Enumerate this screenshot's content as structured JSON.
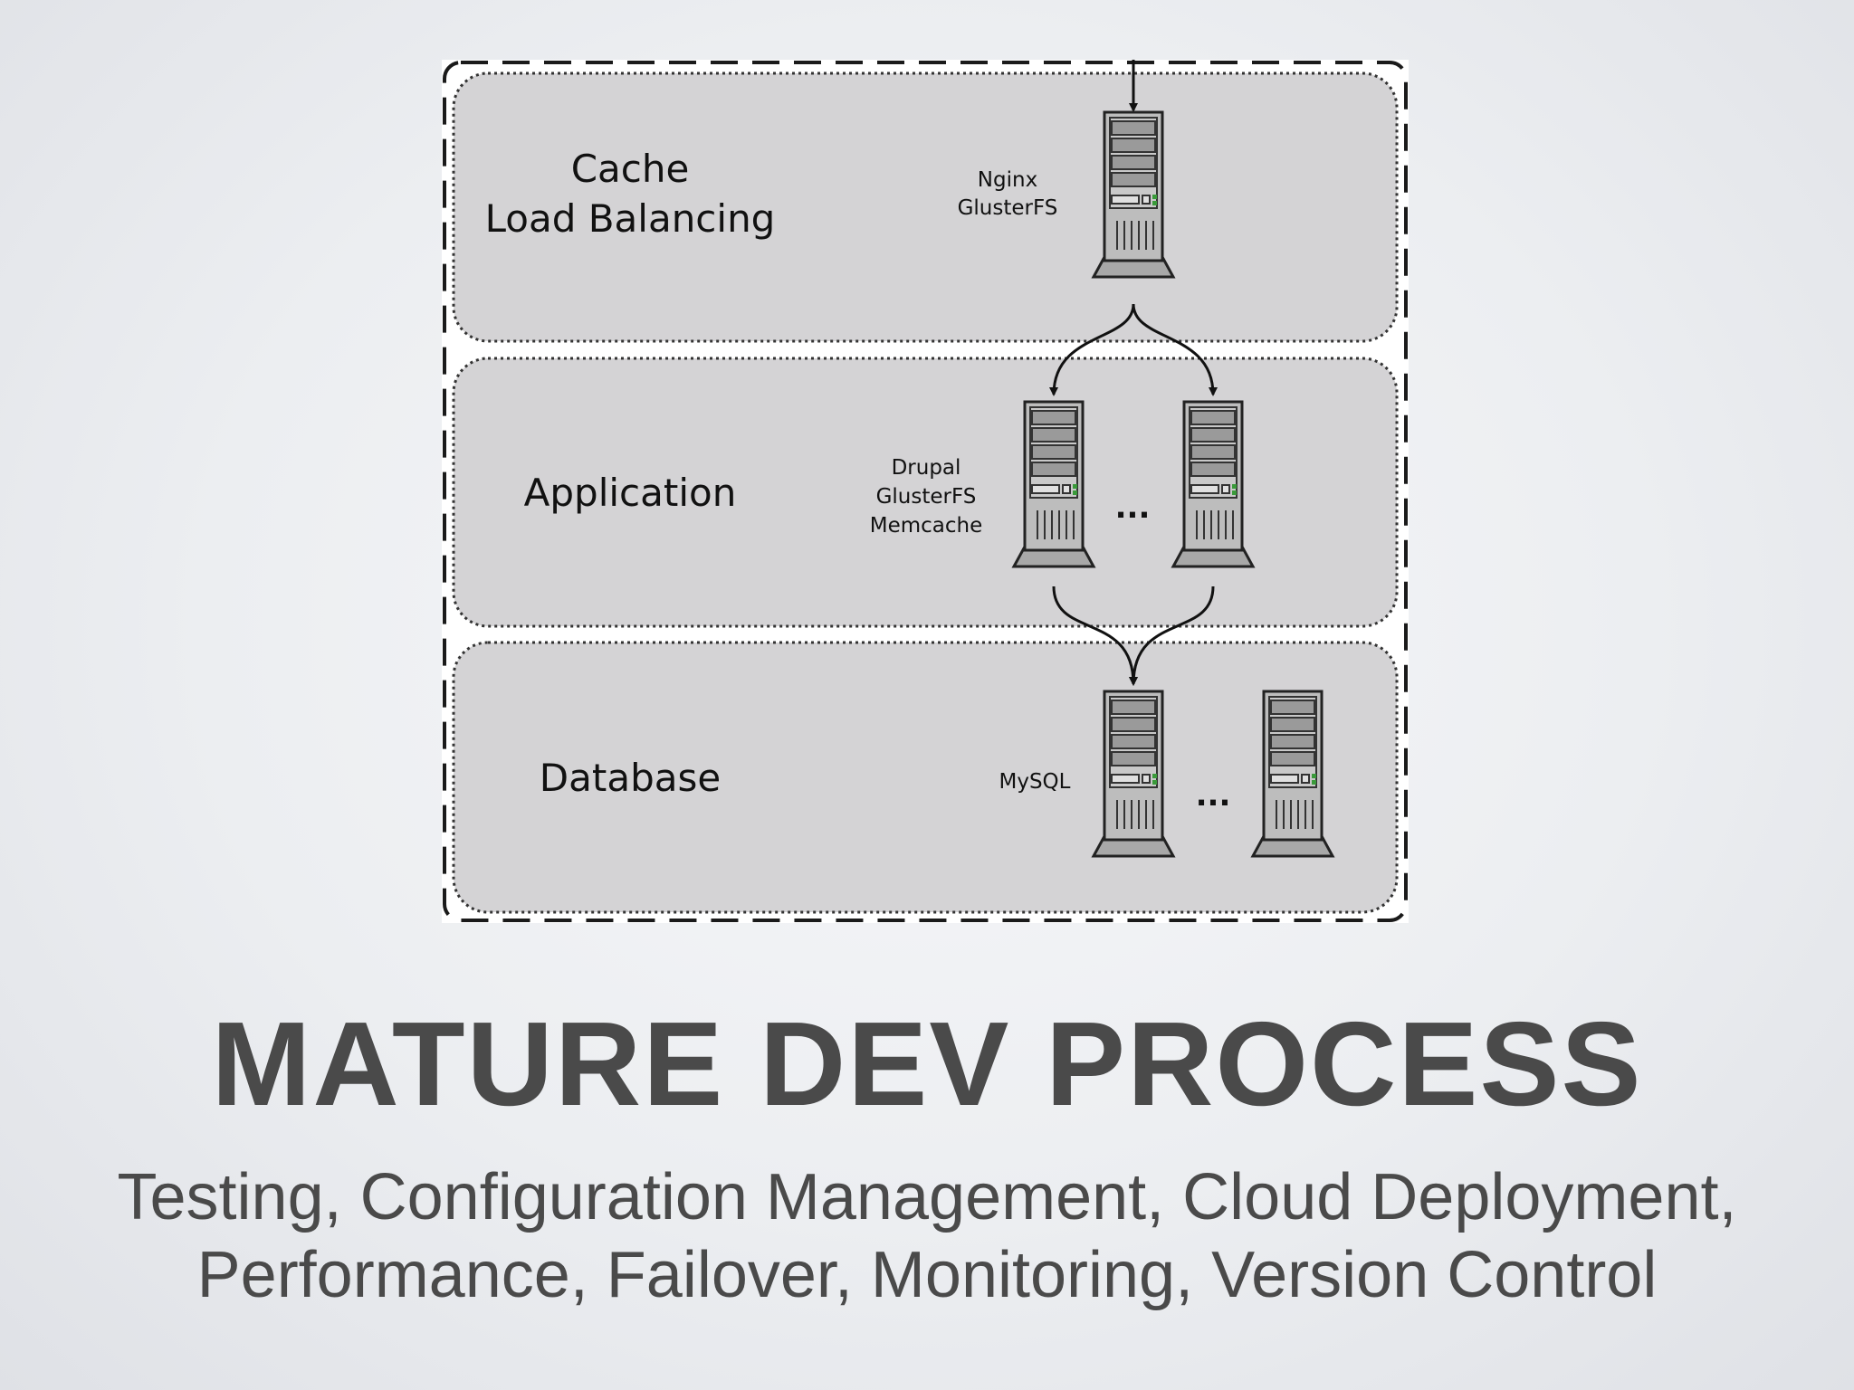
{
  "diagram": {
    "tiers": [
      {
        "label_lines": [
          "Cache",
          "Load Balancing"
        ]
      },
      {
        "label_lines": [
          "Application"
        ]
      },
      {
        "label_lines": [
          "Database"
        ]
      }
    ],
    "servers": {
      "cache": {
        "labels": [
          "Nginx",
          "GlusterFS"
        ]
      },
      "app": {
        "labels": [
          "Drupal",
          "GlusterFS",
          "Memcache"
        ],
        "ellipsis": "..."
      },
      "db": {
        "labels": [
          "MySQL"
        ],
        "ellipsis": "..."
      }
    }
  },
  "slide": {
    "title": "MATURE DEV PROCESS",
    "subtitle_line1": "Testing, Configuration Management, Cloud Deployment,",
    "subtitle_line2": "Performance, Failover, Monitoring, Version Control"
  },
  "colors": {
    "panel_fill": "#d4d3d5",
    "server_fill": "#b5b5b5",
    "text": "#4a4a4a"
  }
}
